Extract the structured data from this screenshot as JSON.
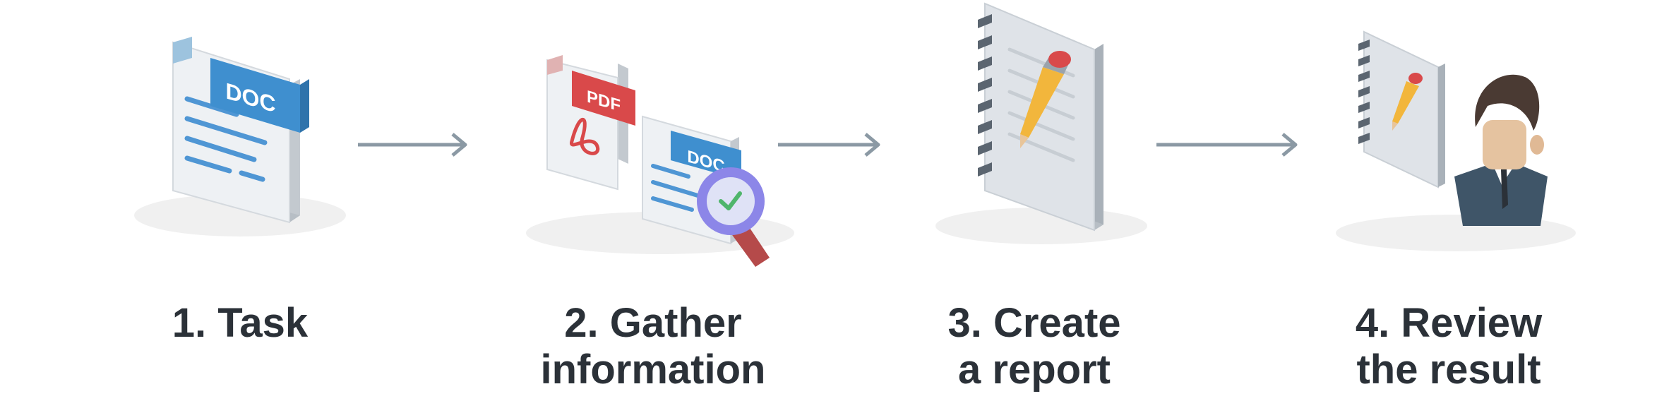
{
  "steps": [
    {
      "line1": "1. Task",
      "line2": "",
      "icon": "doc-file-icon",
      "badge": "DOC"
    },
    {
      "line1": "2. Gather",
      "line2": "information",
      "icon": "pdf-doc-search-icon",
      "badge_pdf": "PDF",
      "badge_doc": "DOC"
    },
    {
      "line1": "3. Create",
      "line2": "a report",
      "icon": "notebook-pencil-icon"
    },
    {
      "line1": "4. Review",
      "line2": "the result",
      "icon": "reviewer-notebook-icon"
    }
  ],
  "colors": {
    "text": "#2b3138",
    "arrow": "#8b99a4",
    "doc_badge": "#3f8fcf",
    "pdf_badge": "#d9494a",
    "paper": "#e9ecf0",
    "magnifier": "#8c86e8",
    "pencil": "#f2b63c"
  }
}
